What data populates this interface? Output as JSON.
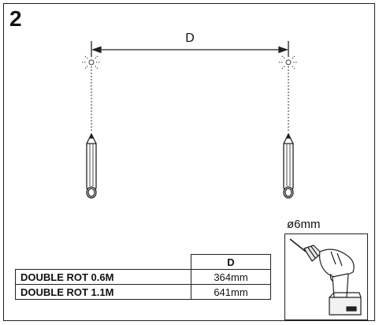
{
  "step_number": "2",
  "dimension_label": "D",
  "table": {
    "header": "D",
    "rows": [
      {
        "model": "DOUBLE ROT 0.6M",
        "distance": "364mm"
      },
      {
        "model": "DOUBLE ROT 1.1M",
        "distance": "641mm"
      }
    ]
  },
  "drill_bit_size": "ø6mm"
}
